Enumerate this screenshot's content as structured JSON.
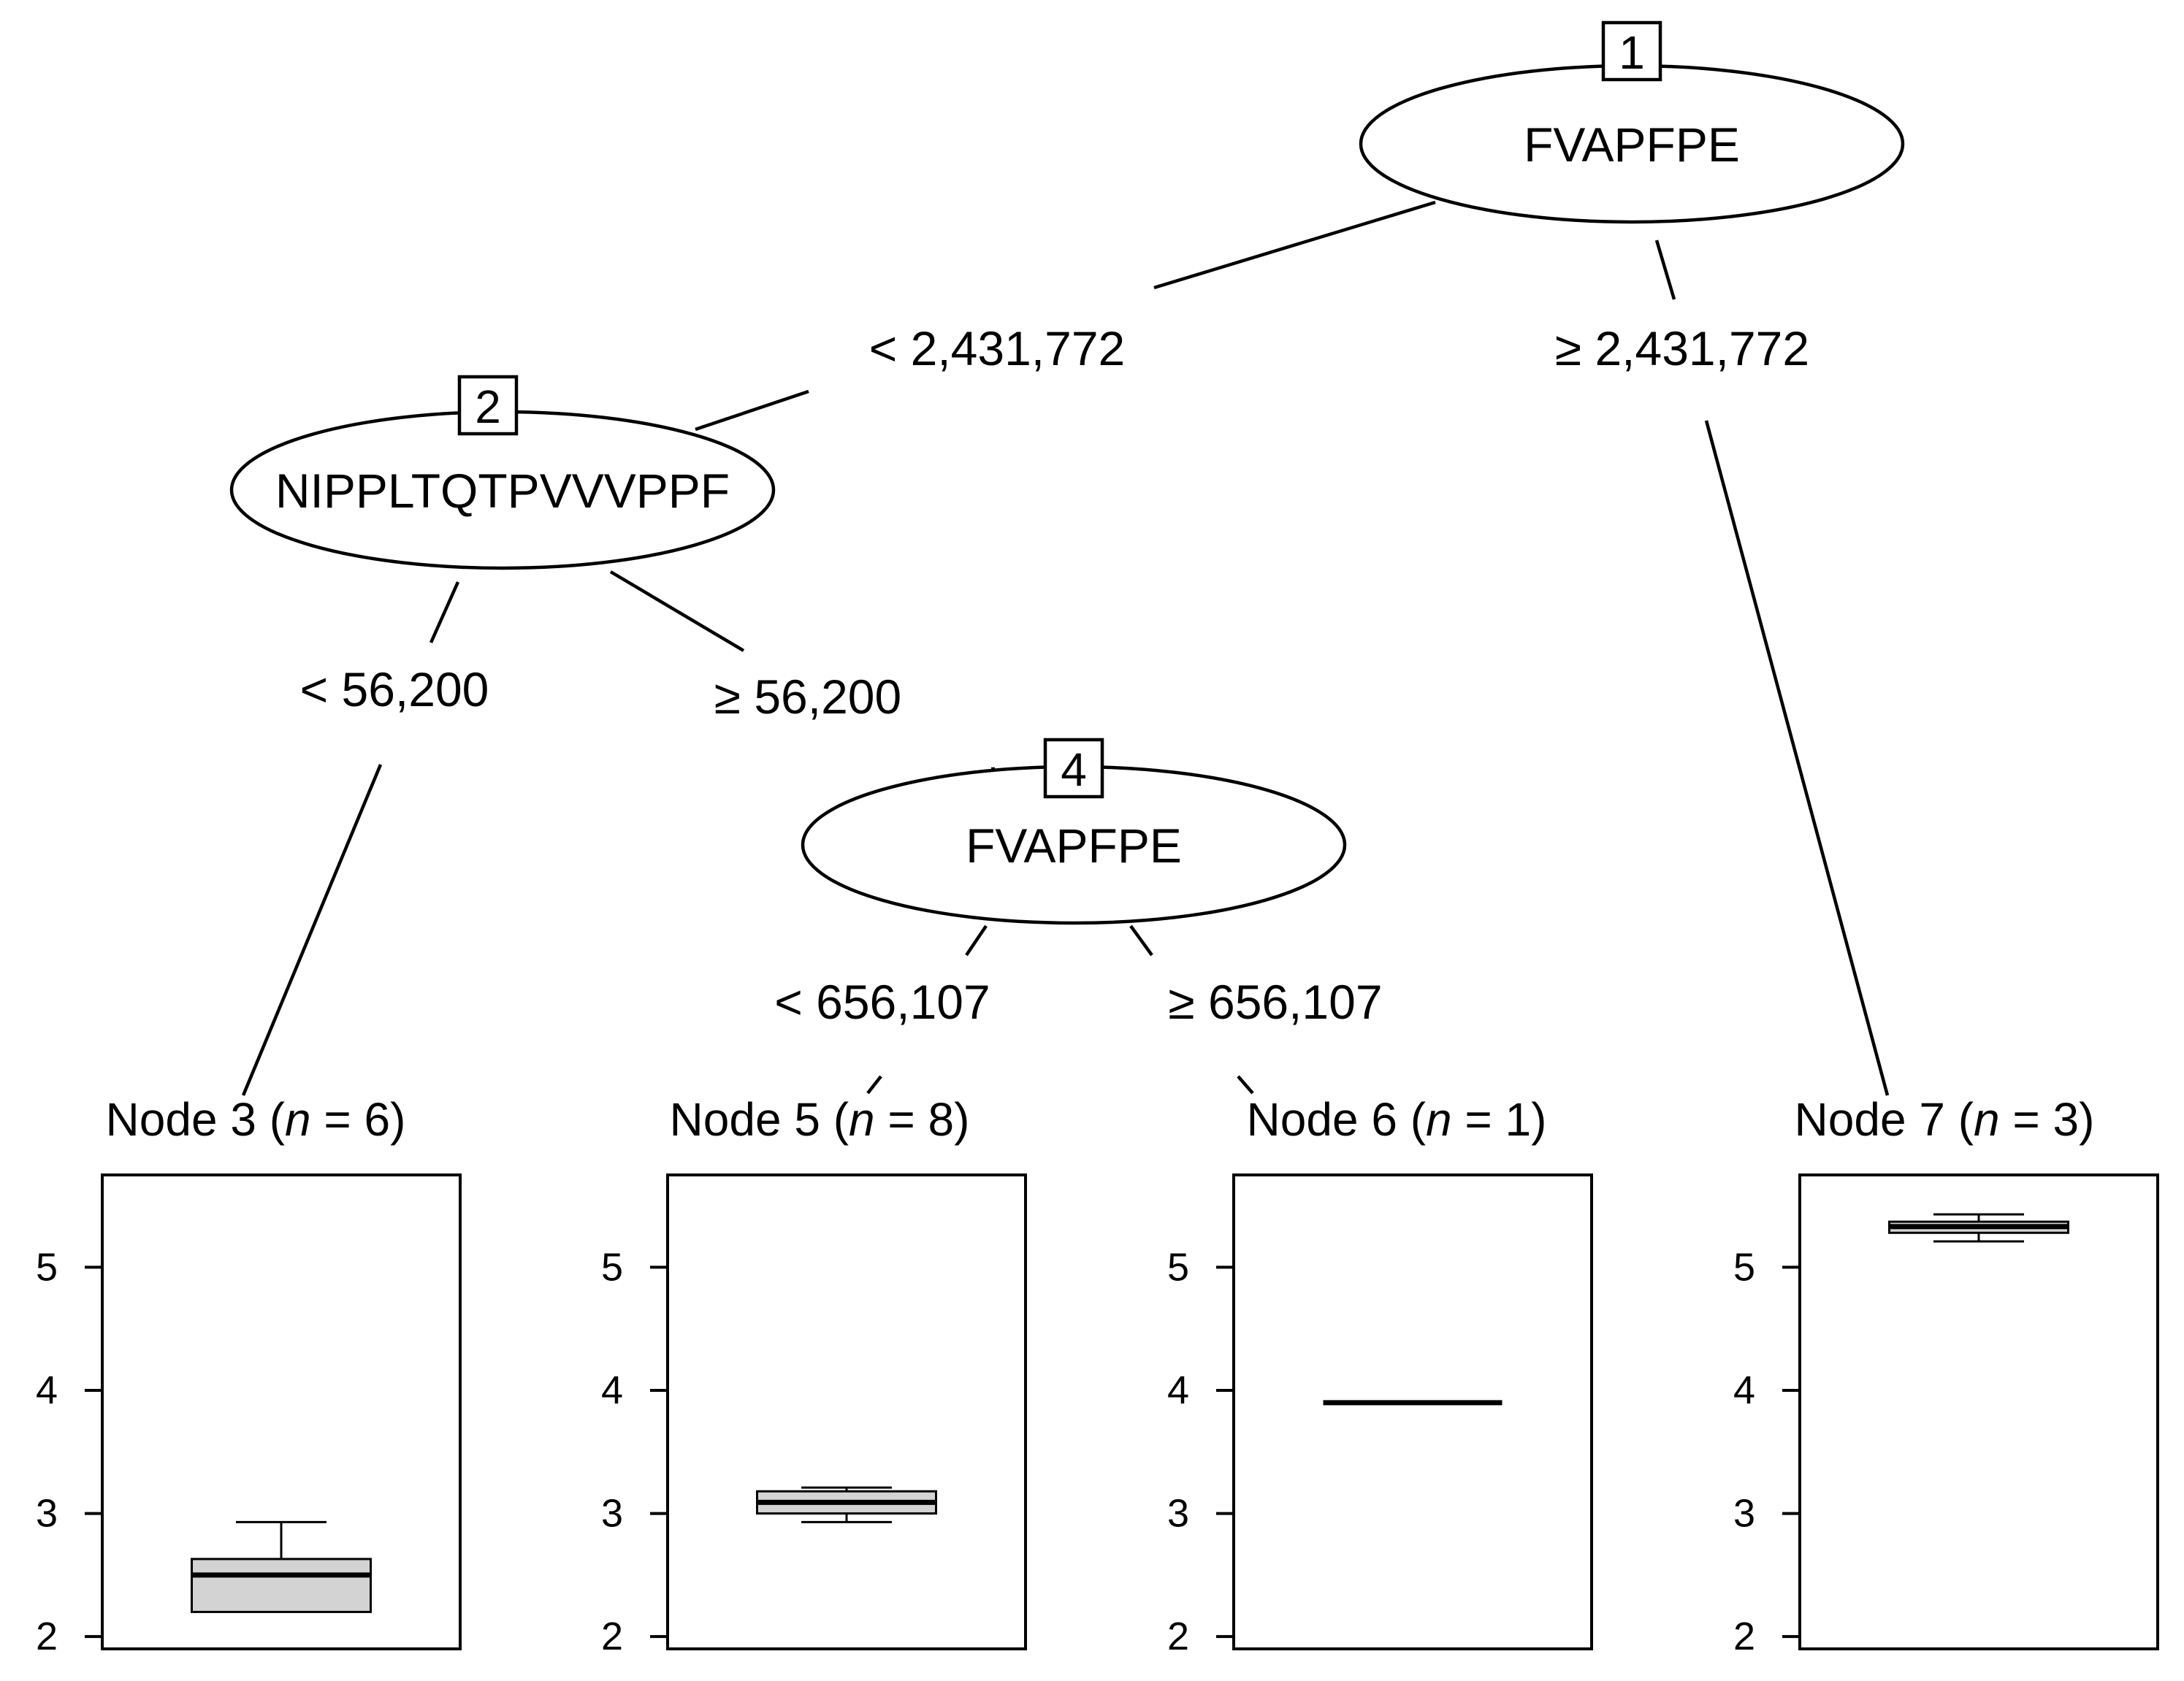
{
  "tree": {
    "inner_nodes": [
      {
        "id": "1",
        "variable": "FVAPFPE"
      },
      {
        "id": "2",
        "variable": "NIPPLTQTPVVVPPF"
      },
      {
        "id": "4",
        "variable": "FVAPFPE"
      }
    ],
    "splits": [
      {
        "parent": "1",
        "child": "2",
        "label": "< 2,431,772"
      },
      {
        "parent": "1",
        "child": "7",
        "label": "≥ 2,431,772"
      },
      {
        "parent": "2",
        "child": "3",
        "label": "< 56,200"
      },
      {
        "parent": "2",
        "child": "4",
        "label": "≥ 56,200"
      },
      {
        "parent": "4",
        "child": "5",
        "label": "< 656,107"
      },
      {
        "parent": "4",
        "child": "6",
        "label": "≥ 656,107"
      }
    ],
    "terminal_nodes": [
      {
        "id": "3",
        "prefix": "Node 3 (",
        "n_sym": "n",
        "suffix": " = 6)",
        "n": 6,
        "box": {
          "whisker_low": 2.2,
          "q1": 2.2,
          "median": 2.5,
          "q3": 2.63,
          "whisker_high": 2.93
        }
      },
      {
        "id": "5",
        "prefix": "Node 5 (",
        "n_sym": "n",
        "suffix": " = 8)",
        "n": 8,
        "box": {
          "whisker_low": 2.93,
          "q1": 3.0,
          "median": 3.09,
          "q3": 3.18,
          "whisker_high": 3.21
        }
      },
      {
        "id": "6",
        "prefix": "Node 6 (",
        "n_sym": "n",
        "suffix": " = 1)",
        "n": 1,
        "box": {
          "whisker_low": 3.9,
          "q1": 3.9,
          "median": 3.9,
          "q3": 3.9,
          "whisker_high": 3.9
        }
      },
      {
        "id": "7",
        "prefix": "Node 7 (",
        "n_sym": "n",
        "suffix": " = 3)",
        "n": 3,
        "box": {
          "whisker_low": 5.21,
          "q1": 5.28,
          "median": 5.33,
          "q3": 5.37,
          "whisker_high": 5.43
        }
      }
    ],
    "y_axis": {
      "ticks": [
        2,
        3,
        4,
        5
      ],
      "tick_labels": [
        "2",
        "3",
        "4",
        "5"
      ],
      "range": [
        1.9,
        5.75
      ]
    }
  }
}
